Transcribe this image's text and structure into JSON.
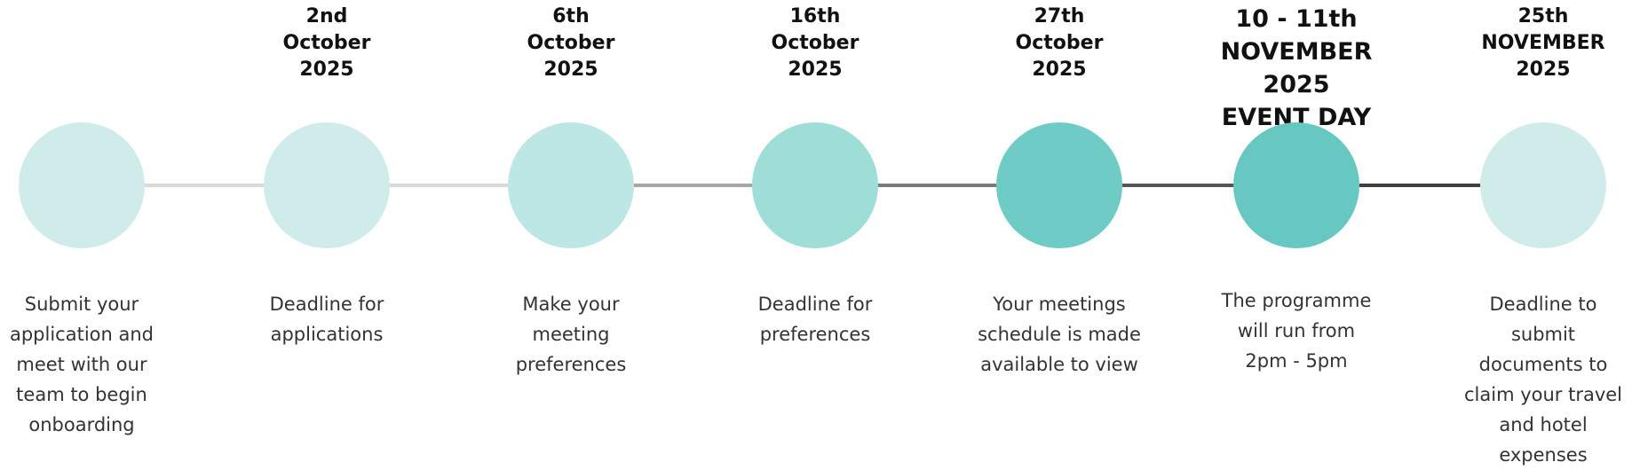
{
  "steps": [
    {
      "date": "",
      "description": "Submit your\napplication and\nmeet with our\nteam to begin\nonboarding",
      "color": "#cfeceb"
    },
    {
      "date": "2nd\nOctober\n2025",
      "description": "Deadline for\napplications",
      "color": "#cfeceb"
    },
    {
      "date": "6th\nOctober\n2025",
      "description": "Make your\nmeeting\npreferences",
      "color": "#bde7e4"
    },
    {
      "date": "16th\nOctober\n2025",
      "description": "Deadline for\npreferences",
      "color": "#9fddd7"
    },
    {
      "date": "27th\nOctober\n2025",
      "description": "Your meetings\nschedule is made\navailable to view",
      "color": "#6ecbc6"
    },
    {
      "date": "10 - 11th\nNOVEMBER 2025\nEVENT DAY",
      "description": "The programme\nwill run from\n2pm - 5pm",
      "color": "#67c7c1"
    },
    {
      "date": "25th\nNOVEMBER\n2025",
      "description": "Deadline to\nsubmit\ndocuments to\nclaim your travel\nand hotel\nexpenses",
      "color": "#cfeceb"
    }
  ],
  "connector_colors": [
    "#d9d9d9",
    "#d9d9d9",
    "#a6a6a6",
    "#7a7a7a",
    "#555555",
    "#3f3f3f"
  ]
}
